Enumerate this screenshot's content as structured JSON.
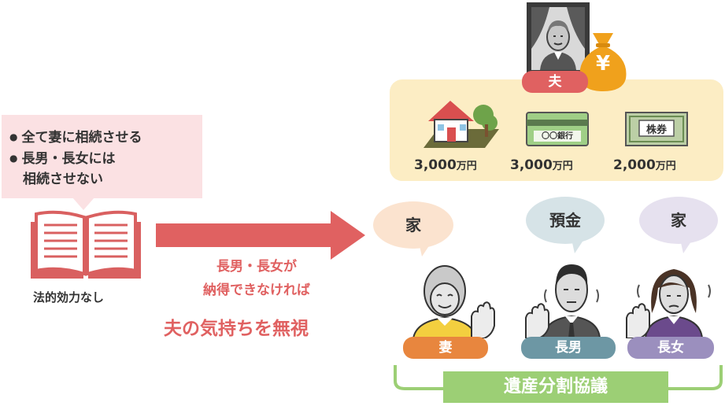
{
  "will_note": {
    "items": [
      "全て妻に相続させる",
      "長男・長女には",
      "相続させない"
    ],
    "bullet": "●"
  },
  "book_label": "法的効力なし",
  "middle": {
    "condition_line1": "長男・長女が",
    "condition_line2": "納得できなければ",
    "conclusion": "夫の気持ちを無視"
  },
  "husband": {
    "label": "夫",
    "yen_symbol": "¥"
  },
  "assets": [
    {
      "icon": "house-icon",
      "amount": "3,000",
      "unit": "万円"
    },
    {
      "icon": "bankbook-icon",
      "amount": "3,000",
      "unit": "万円",
      "icon_text": "〇〇銀行"
    },
    {
      "icon": "stock-certificate-icon",
      "amount": "2,000",
      "unit": "万円",
      "icon_text": "株券"
    }
  ],
  "heirs": [
    {
      "label": "妻",
      "wants": "家",
      "color": "#e8863e"
    },
    {
      "label": "長男",
      "wants": "預金",
      "color": "#6d97a4"
    },
    {
      "label": "長女",
      "wants": "家",
      "color": "#9b8fbe"
    }
  ],
  "banner": "遺産分割協議",
  "colors": {
    "accent_red": "#e06161",
    "note_bg": "#fbe1e3",
    "asset_bg": "#fcedc4",
    "banner_green": "#9ccf75",
    "coin_orange": "#f0a11c"
  }
}
